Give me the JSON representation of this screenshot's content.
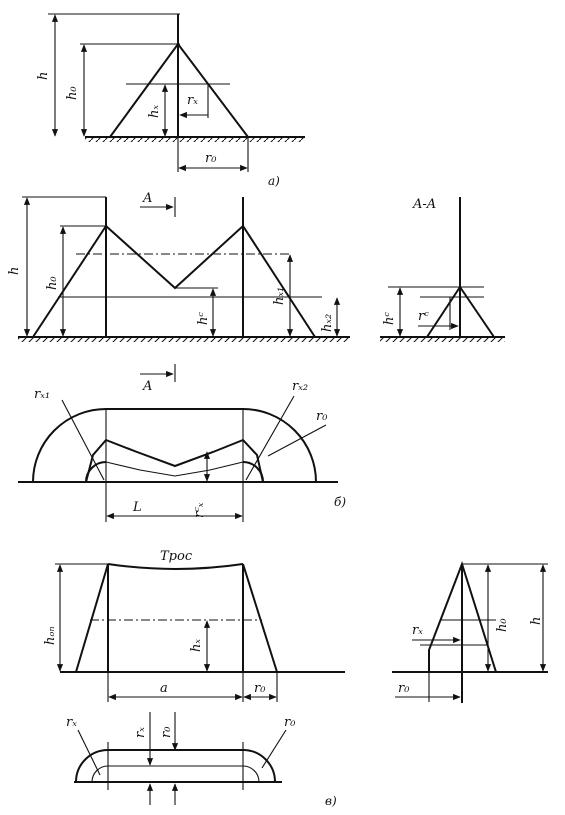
{
  "figure_a": {
    "h": "h",
    "h0": "h₀",
    "hx": "hₓ",
    "rx": "rₓ",
    "r0": "r₀",
    "caption": "a)"
  },
  "figure_b": {
    "h": "h",
    "h0": "h₀",
    "hc": "hᶜ",
    "hx1": "hₓ₁",
    "hx2": "hₓ₂",
    "section_arrow": "A",
    "section_title": "A-A",
    "sec_hc": "hᶜ",
    "sec_rc": "rᶜ",
    "rx1": "rₓ₁",
    "rx2": "rₓ₂",
    "r0": "r₀",
    "cx": "rᶜₓ",
    "L": "L",
    "caption": "б)"
  },
  "figure_v": {
    "cable": "Трос",
    "hop": "hₒₙ",
    "hx": "hₓ",
    "a": "a",
    "r0": "r₀",
    "side_rx": "rₓ",
    "side_h0": "h₀",
    "side_h": "h",
    "side_r0": "r₀",
    "plan_rx": "rₓ",
    "plan_rx2": "rₓ",
    "plan_r0": "r₀",
    "plan_r0b": "r₀",
    "caption": "в)"
  }
}
